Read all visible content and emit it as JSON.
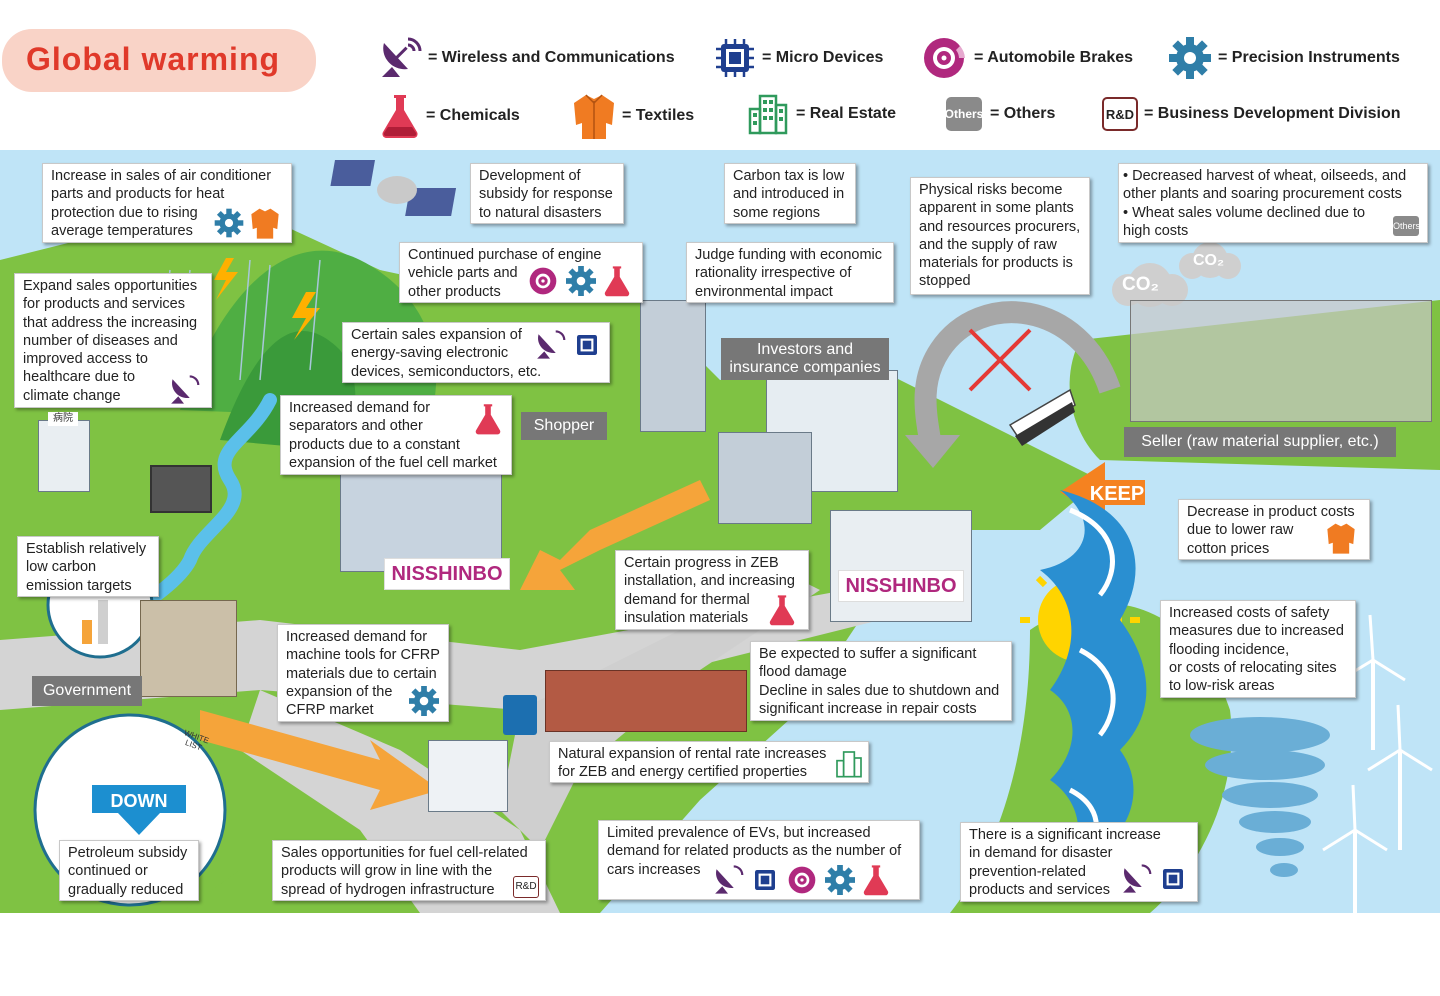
{
  "title": "Global warming",
  "legend": [
    {
      "icon": "satellite-dish-icon",
      "label": "= Wireless and Communications"
    },
    {
      "icon": "microchip-icon",
      "label": "= Micro Devices"
    },
    {
      "icon": "brake-disc-icon",
      "label": "= Automobile Brakes"
    },
    {
      "icon": "gear-icon",
      "label": "= Precision Instruments"
    },
    {
      "icon": "flask-icon",
      "label": "= Chemicals"
    },
    {
      "icon": "shirt-icon",
      "label": "= Textiles"
    },
    {
      "icon": "building-icon",
      "label": "= Real Estate"
    },
    {
      "icon": "others-icon",
      "label": "= Others",
      "glyph": "Others"
    },
    {
      "icon": "rd-icon",
      "label": "= Business Development Division",
      "glyph": "R&D"
    }
  ],
  "labels": {
    "shopper": "Shopper",
    "investors": "Investors and\ninsurance companies",
    "seller": "Seller (raw material supplier, etc.)",
    "government": "Government",
    "keep": "KEEP",
    "down": "DOWN",
    "co2_a": "CO₂",
    "co2_b": "CO₂",
    "nisshinbo_a": "NISSHINBO",
    "nisshinbo_b": "NISSHINBO",
    "hospital": "病院",
    "white_list": "WHITE LIST"
  },
  "callouts": [
    {
      "id": "air-conditioner",
      "text": "Increase in sales of air conditioner\nparts and products for heat\nprotection due to rising\naverage temperatures"
    },
    {
      "id": "disaster-subsidy",
      "text": "Development of\nsubsidy for response\nto natural disasters"
    },
    {
      "id": "carbon-tax",
      "text": "Carbon tax is low\nand introduced in\nsome regions"
    },
    {
      "id": "physical-risks",
      "text": "Physical risks become\napparent in some plants\nand resources procurers,\nand the supply of raw\nmaterials for products is\nstopped"
    },
    {
      "id": "wheat-harvest",
      "text": "• Decreased harvest of wheat, oilseeds, and\n  other plants and soaring procurement costs\n• Wheat sales volume declined due to\n  high costs"
    },
    {
      "id": "engine-parts",
      "text": "Continued purchase of engine\nvehicle parts and\nother products"
    },
    {
      "id": "economic-rationality",
      "text": "Judge funding with economic\nrationality irrespective of\nenvironmental impact"
    },
    {
      "id": "healthcare",
      "text": "Expand sales opportunities\nfor products and services\nthat address the increasing\nnumber of diseases and\nimproved access to\nhealthcare due to\nclimate change"
    },
    {
      "id": "energy-saving",
      "text": "Certain sales expansion of\nenergy-saving electronic\ndevices, semiconductors, etc."
    },
    {
      "id": "fuel-cell-separators",
      "text": "Increased demand for\nseparators and other\nproducts due to a constant\nexpansion of the fuel cell market"
    },
    {
      "id": "cotton-prices",
      "text": "Decrease in product costs\ndue to lower raw\ncotton prices"
    },
    {
      "id": "carbon-targets",
      "text": "Establish relatively\nlow carbon\nemission targets"
    },
    {
      "id": "zeb-insulation",
      "text": "Certain progress in ZEB\ninstallation, and increasing\ndemand for thermal\ninsulation materials"
    },
    {
      "id": "safety-costs",
      "text": "Increased costs of safety\nmeasures due to increased\nflooding incidence,\nor costs of relocating sites\nto low-risk areas"
    },
    {
      "id": "cfrp",
      "text": "Increased demand for\nmachine tools for CFRP\nmaterials due to certain\nexpansion of the\nCFRP market"
    },
    {
      "id": "flood-damage",
      "text": "Be expected to suffer a significant\nflood damage\nDecline in sales due to shutdown and\nsignificant increase in repair costs"
    },
    {
      "id": "rental-rate",
      "text": "Natural expansion of rental rate increases\nfor ZEB and energy certified properties"
    },
    {
      "id": "petroleum-subsidy",
      "text": "Petroleum subsidy\ncontinued or\ngradually reduced"
    },
    {
      "id": "hydrogen",
      "text": "Sales opportunities for fuel cell-related\nproducts will grow in line with the\nspread of hydrogen infrastructure"
    },
    {
      "id": "ev-demand",
      "text": "Limited prevalence of EVs, but increased\ndemand for related products as the number of\ncars increases"
    },
    {
      "id": "disaster-prevention",
      "text": "There is a significant increase\nin demand for disaster\nprevention-related\nproducts and services"
    }
  ],
  "colors": {
    "title_pill": "#f9d3c7",
    "title_text": "#e0392a",
    "wireless": "#5b2a6e",
    "micro": "#1f3f8f",
    "brakes": "#b0287e",
    "precision": "#2f7ea8",
    "chemicals": "#e03a55",
    "textiles": "#f07b22",
    "real_estate": "#2f9a5c",
    "others": "#888888",
    "rd": "#7a2a2a",
    "keep_arrow": "#f58220",
    "down_arrow": "#1c8fd0",
    "land": "#7fc243",
    "road": "#cfcfcf",
    "sea": "#bfe4f7"
  }
}
